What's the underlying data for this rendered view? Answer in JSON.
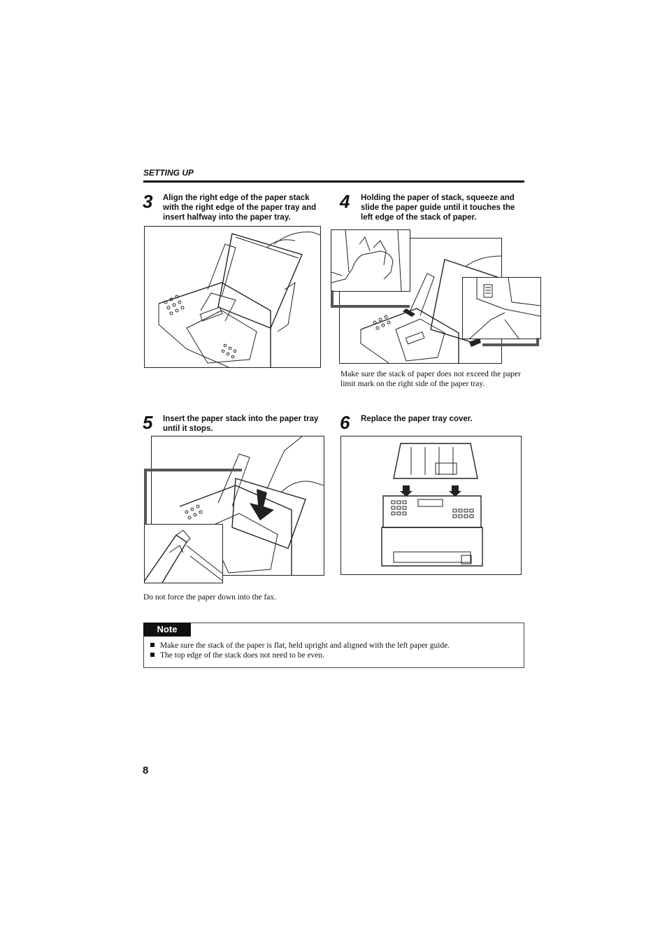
{
  "header": {
    "section": "SETTING UP"
  },
  "steps": [
    {
      "number": "3",
      "text": "Align the right edge of the paper stack with the right edge of the paper tray and insert halfway into the paper tray."
    },
    {
      "number": "4",
      "text": "Holding the paper of stack, squeeze and slide the paper guide until it touches the left edge of the stack of paper.",
      "caption": "Make sure the stack of paper does not exceed the paper limit mark on the right side of the paper tray."
    },
    {
      "number": "5",
      "text": "Insert the paper stack into the paper tray until it stops.",
      "caption": "Do not force the paper down into the fax."
    },
    {
      "number": "6",
      "text": "Replace the paper tray cover."
    }
  ],
  "note": {
    "label": "Note",
    "items": [
      "Make sure the stack of the paper is flat, held upright and aligned with the left paper guide.",
      "The top edge of the stack does not need to be even."
    ]
  },
  "footer": {
    "page_number": "8"
  }
}
